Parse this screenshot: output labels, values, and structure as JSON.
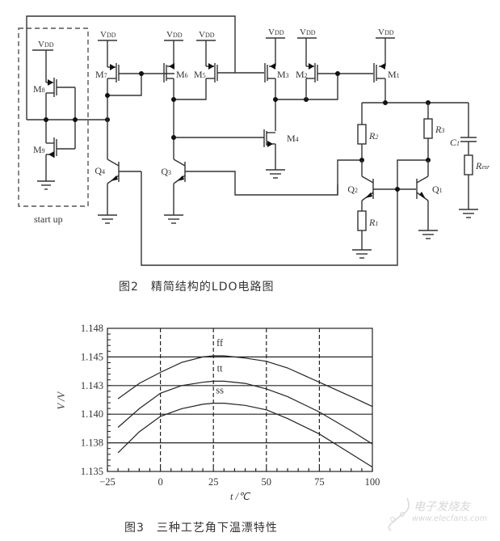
{
  "figure2": {
    "caption": "图2　精简结构的LDO电路图",
    "startup_label": "start  up",
    "supply_label": "V",
    "supply_sub": "DD",
    "components": {
      "M1": {
        "base": "M",
        "sub": "1"
      },
      "M2": {
        "base": "M",
        "sub": "2"
      },
      "M3": {
        "base": "M",
        "sub": "3"
      },
      "M4": {
        "base": "M",
        "sub": "4"
      },
      "M5": {
        "base": "M",
        "sub": "5"
      },
      "M6": {
        "base": "M",
        "sub": "6"
      },
      "M7": {
        "base": "M",
        "sub": "7"
      },
      "M8": {
        "base": "M",
        "sub": "8"
      },
      "M9": {
        "base": "M",
        "sub": "9"
      },
      "Q1": {
        "base": "Q",
        "sub": "1"
      },
      "Q2": {
        "base": "Q",
        "sub": "2"
      },
      "Q3": {
        "base": "Q",
        "sub": "3"
      },
      "Q4": {
        "base": "Q",
        "sub": "4"
      },
      "R1": {
        "base": "R",
        "sub": "1"
      },
      "R2": {
        "base": "R",
        "sub": "2"
      },
      "R3": {
        "base": "R",
        "sub": "3"
      },
      "C1": {
        "base": "C",
        "sub": "1"
      },
      "Resr": {
        "base": "R",
        "sub": "esr"
      }
    }
  },
  "figure3": {
    "caption": "图3　三种工艺角下温漂特性"
  },
  "chart_data": {
    "type": "line",
    "title": "",
    "xlabel": "t /℃",
    "ylabel": "V /V",
    "xlim": [
      -25,
      100
    ],
    "ylim": [
      1.135,
      1.148
    ],
    "x_ticks": [
      -25,
      0,
      25,
      50,
      75,
      100
    ],
    "x_tick_labels": [
      "−25",
      "0",
      "25",
      "50",
      "75",
      "100"
    ],
    "y_tick_labels": [
      "1.135",
      "1.138",
      "1.140",
      "1.143",
      "1.145",
      "1.148"
    ],
    "grid": {
      "vertical": "dashed",
      "horizontal": "solid"
    },
    "x": [
      -20,
      -10,
      0,
      10,
      20,
      25,
      30,
      40,
      50,
      60,
      75,
      90,
      100
    ],
    "series": [
      {
        "name": "ff",
        "values": [
          1.1416,
          1.143,
          1.144,
          1.1449,
          1.1454,
          1.1455,
          1.1455,
          1.1453,
          1.145,
          1.1444,
          1.1431,
          1.1418,
          1.1409
        ]
      },
      {
        "name": "tt",
        "values": [
          1.139,
          1.1407,
          1.1421,
          1.1428,
          1.1431,
          1.1432,
          1.1432,
          1.143,
          1.1425,
          1.1418,
          1.1404,
          1.1387,
          1.1375
        ]
      },
      {
        "name": "ss",
        "values": [
          1.1367,
          1.1386,
          1.14,
          1.1407,
          1.1411,
          1.1412,
          1.1412,
          1.141,
          1.1406,
          1.1398,
          1.1384,
          1.1366,
          1.1354
        ]
      }
    ],
    "annotations": [
      "ff",
      "tt",
      "ss"
    ]
  },
  "watermark": {
    "name": "电子发烧友",
    "url": "www.elecfans.com"
  }
}
